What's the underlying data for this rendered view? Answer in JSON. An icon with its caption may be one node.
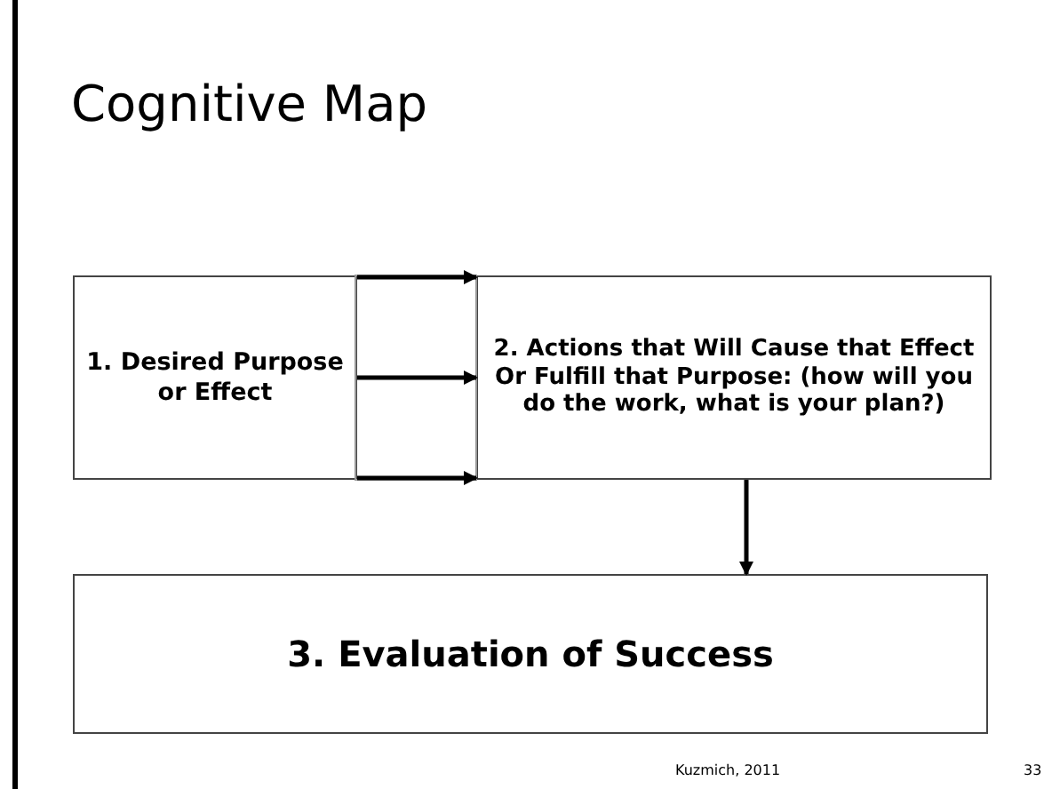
{
  "diagram": {
    "title": "Cognitive Map",
    "nodes": [
      {
        "text": [
          "1. Desired Purpose or Effect"
        ]
      },
      {
        "text": [
          "2. Actions that Will Cause that Effect Or Fulfill that Purpose: (how will you do the work, what is your plan?)"
        ]
      },
      {
        "text": [
          "3. Evaluation of Success"
        ]
      }
    ],
    "edges": [
      {
        "from": 0,
        "to": 1,
        "arrow": "to"
      },
      {
        "from": 0,
        "to": 1,
        "arrow": "to"
      },
      {
        "from": 0,
        "to": 1,
        "arrow": "to"
      },
      {
        "from": 1,
        "to": 2,
        "arrow": "to"
      }
    ],
    "labels": [
      "Kuzmich, 2011",
      "33"
    ]
  }
}
